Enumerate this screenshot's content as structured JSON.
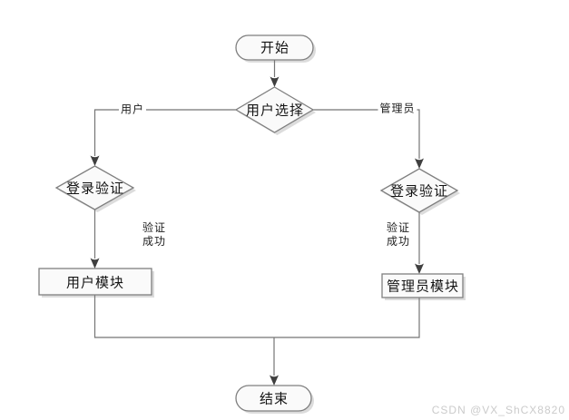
{
  "diagram": {
    "type": "flowchart",
    "nodes": {
      "start": {
        "label": "开始",
        "shape": "terminator"
      },
      "user_choice": {
        "label": "用户选择",
        "shape": "decision"
      },
      "login_verify_left": {
        "label": "登录验证",
        "shape": "decision"
      },
      "login_verify_right": {
        "label": "登录验证",
        "shape": "decision"
      },
      "user_module": {
        "label": "用户模块",
        "shape": "process"
      },
      "admin_module": {
        "label": "管理员模块",
        "shape": "process"
      },
      "end": {
        "label": "结束",
        "shape": "terminator"
      }
    },
    "edges": [
      {
        "from": "start",
        "to": "user_choice",
        "label": ""
      },
      {
        "from": "user_choice",
        "to": "login_verify_left",
        "label": "用户"
      },
      {
        "from": "user_choice",
        "to": "login_verify_right",
        "label": "管理员"
      },
      {
        "from": "login_verify_left",
        "to": "user_module",
        "label_lines": [
          "验证",
          "成功"
        ]
      },
      {
        "from": "login_verify_right",
        "to": "admin_module",
        "label_lines": [
          "验证",
          "成功"
        ]
      },
      {
        "from": "user_module",
        "to": "end",
        "label": ""
      },
      {
        "from": "admin_module",
        "to": "end",
        "label": ""
      }
    ],
    "colors": {
      "background": "#ffffff",
      "connector": "#757575",
      "arrowhead": "#3f3f3f",
      "shape_border": "#7f7f7f",
      "shape_fill": "#fafafa",
      "shape_shadow": "#d9d9d9",
      "text": "#141414",
      "watermark_text": "#cbcbcb"
    },
    "watermark": "CSDN @VX_ShCX8820"
  }
}
